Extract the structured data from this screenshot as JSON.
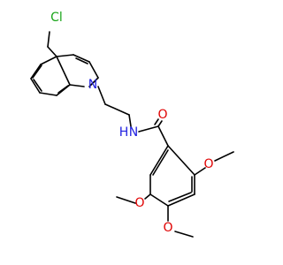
{
  "molecule": {
    "colors": {
      "bond": "#000000",
      "chlorine": "#1aa51a",
      "nitrogen": "#2020e0",
      "oxygen": "#e00000"
    },
    "labels": {
      "chlorine": "Cl",
      "indole_nitrogen": "N",
      "amide_nitrogen_h": "H",
      "amide_nitrogen": "N",
      "carbonyl_oxygen": "O",
      "methoxy_oxygen_right": "O",
      "methoxy_oxygen_left": "O",
      "methoxy_oxygen_bottom": "O"
    }
  }
}
